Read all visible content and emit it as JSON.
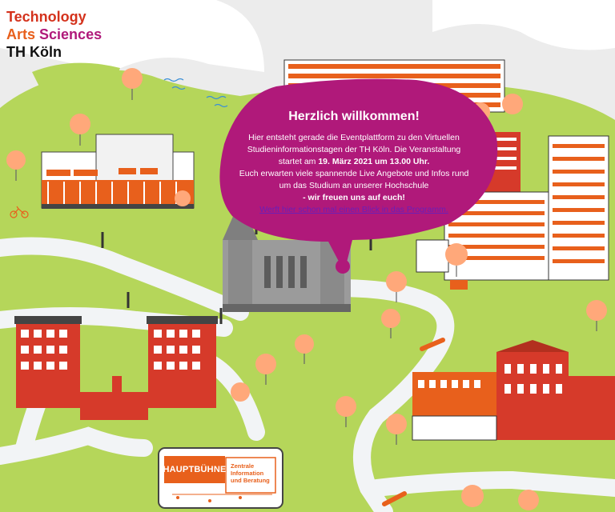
{
  "logo": {
    "line1": "Technology",
    "line2_arts": "Arts",
    "line2_sciences": "Sciences",
    "line3": "TH Köln"
  },
  "welcome": {
    "title": "Herzlich willkommen!",
    "intro": "Hier entsteht gerade die Eventplattform zu den Virtuellen Studieninformationstagen der TH Köln. Die Veranstaltung startet am",
    "date": "19. März 2021 um 13.00 Uhr.",
    "line2": "Euch erwarten viele spannende Live Angebote und Infos rund um das Studium an unserer Hochschule",
    "cheer": "- wir freuen uns auf euch!",
    "link": "Werft hier schon mal einen Blick in das Programm."
  },
  "stage": {
    "main_label": "HAUPTBÜHNE",
    "info_line1": "Zentrale",
    "info_line2": "Information",
    "info_line3": "und Beratung"
  },
  "colors": {
    "grass": "#b5d65a",
    "path": "#f2f4f6",
    "bubble": "#b0197a",
    "orange": "#e8601c",
    "red_building": "#d63a2a",
    "cathedral": "#8c8c8c"
  }
}
